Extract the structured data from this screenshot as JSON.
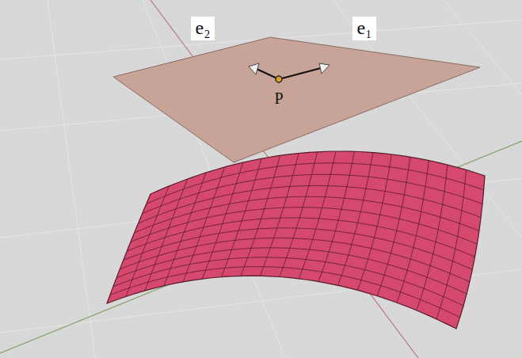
{
  "diagram": {
    "labels": [
      "e₂",
      "e₁",
      "P"
    ]
  }
}
